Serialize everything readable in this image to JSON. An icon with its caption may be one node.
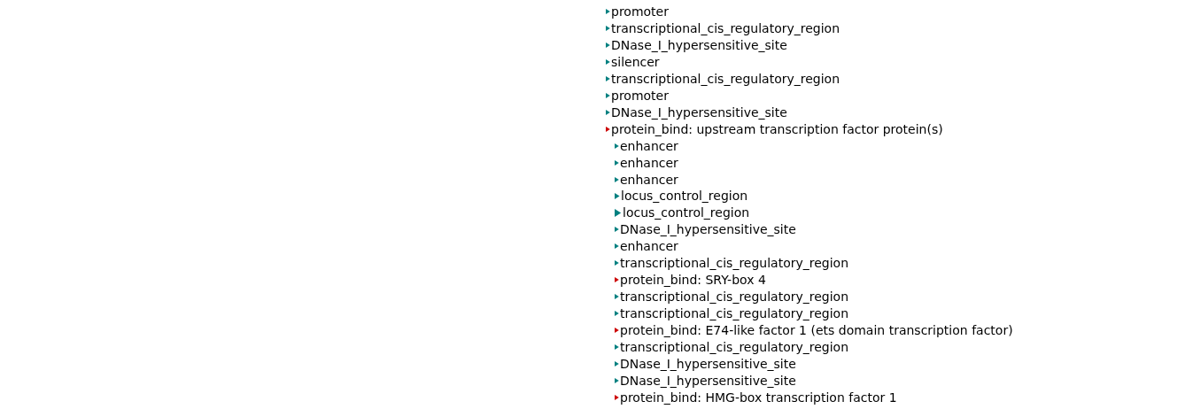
{
  "diagram": {
    "legend": [
      {
        "text": "promoter",
        "color": "#008080"
      },
      {
        "text": "transcriptional_cis_regulatory_region",
        "color": "#008080"
      },
      {
        "text": "DNase_I_hypersensitive_site",
        "color": "#008080"
      },
      {
        "text": "silencer",
        "color": "#008080"
      },
      {
        "text": "transcriptional_cis_regulatory_region",
        "color": "#008080"
      },
      {
        "text": "promoter",
        "color": "#008080"
      },
      {
        "text": "DNase_I_hypersensitive_site",
        "color": "#008080"
      },
      {
        "text": "protein_bind: upstream transcription factor protein(s)",
        "color": "#cc0000"
      },
      {
        "text": "enhancer",
        "color": "#008080"
      },
      {
        "text": "enhancer",
        "color": "#008080"
      },
      {
        "text": "enhancer",
        "color": "#008080"
      },
      {
        "text": "locus_control_region",
        "color": "#008080"
      },
      {
        "text": "locus_control_region",
        "color": "#008080"
      },
      {
        "text": "DNase_I_hypersensitive_site",
        "color": "#008080"
      },
      {
        "text": "enhancer",
        "color": "#008080"
      },
      {
        "text": "transcriptional_cis_regulatory_region",
        "color": "#008080"
      },
      {
        "text": "protein_bind: SRY-box 4",
        "color": "#cc0000"
      },
      {
        "text": "transcriptional_cis_regulatory_region",
        "color": "#008080"
      },
      {
        "text": "transcriptional_cis_regulatory_region",
        "color": "#008080"
      },
      {
        "text": "protein_bind: E74-like factor 1 (ets domain transcription factor)",
        "color": "#cc0000"
      },
      {
        "text": "transcriptional_cis_regulatory_region",
        "color": "#008080"
      },
      {
        "text": "DNase_I_hypersensitive_site",
        "color": "#008080"
      },
      {
        "text": "DNase_I_hypersensitive_site",
        "color": "#008080"
      },
      {
        "text": "protein_bind: HMG-box transcription factor 1",
        "color": "#cc0000"
      }
    ]
  }
}
